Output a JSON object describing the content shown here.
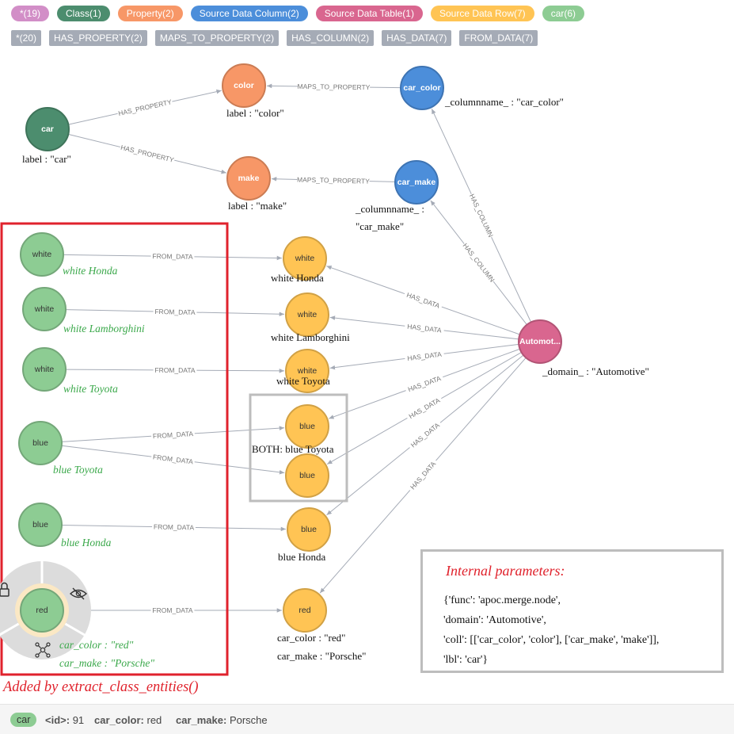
{
  "node_labels": [
    {
      "text": "*(19)",
      "color": "#d28ec7",
      "name": "label-all"
    },
    {
      "text": "Class(1)",
      "color": "#4c8d6e",
      "name": "label-class"
    },
    {
      "text": "Property(2)",
      "color": "#f79767",
      "name": "label-property"
    },
    {
      "text": "Source Data Column(2)",
      "color": "#4c8eda",
      "name": "label-source-data-column"
    },
    {
      "text": "Source Data Table(1)",
      "color": "#d9668f",
      "name": "label-source-data-table"
    },
    {
      "text": "Source Data Row(7)",
      "color": "#ffc454",
      "name": "label-source-data-row"
    },
    {
      "text": "car(6)",
      "color": "#8dcc93",
      "name": "label-car"
    }
  ],
  "relationship_types": [
    {
      "text": "*(20)",
      "name": "rel-all"
    },
    {
      "text": "HAS_PROPERTY(2)",
      "name": "rel-has-property"
    },
    {
      "text": "MAPS_TO_PROPERTY(2)",
      "name": "rel-maps-to-property"
    },
    {
      "text": "HAS_COLUMN(2)",
      "name": "rel-has-column"
    },
    {
      "text": "HAS_DATA(7)",
      "name": "rel-has-data"
    },
    {
      "text": "FROM_DATA(7)",
      "name": "rel-from-data"
    }
  ],
  "colors": {
    "class": "#4c8d6e",
    "property": "#f79767",
    "column": "#4c8eda",
    "table": "#d9668f",
    "row": "#ffc454",
    "car": "#8dcc93",
    "highlight_red": "#e0222c",
    "group_gray": "#bdbdbd",
    "edge": "#a5abb6"
  },
  "nodes": [
    {
      "id": "car",
      "text": "car",
      "type": "class"
    },
    {
      "id": "color",
      "text": "color",
      "type": "property"
    },
    {
      "id": "make",
      "text": "make",
      "type": "property"
    },
    {
      "id": "car_color",
      "text": "car_color",
      "type": "column"
    },
    {
      "id": "car_make",
      "text": "car_make",
      "type": "column"
    },
    {
      "id": "automotive",
      "text": "Automot...",
      "type": "table"
    },
    {
      "id": "row_white_honda",
      "text": "white",
      "type": "row"
    },
    {
      "id": "row_white_lambo",
      "text": "white",
      "type": "row"
    },
    {
      "id": "row_white_toyota",
      "text": "white",
      "type": "row"
    },
    {
      "id": "row_blue_1",
      "text": "blue",
      "type": "row"
    },
    {
      "id": "row_blue_2",
      "text": "blue",
      "type": "row"
    },
    {
      "id": "row_blue_honda",
      "text": "blue",
      "type": "row"
    },
    {
      "id": "row_red",
      "text": "red",
      "type": "row"
    },
    {
      "id": "car_white_honda",
      "text": "white",
      "type": "car"
    },
    {
      "id": "car_white_lambo",
      "text": "white",
      "type": "car"
    },
    {
      "id": "car_white_toyota",
      "text": "white",
      "type": "car"
    },
    {
      "id": "car_blue_toyota",
      "text": "blue",
      "type": "car"
    },
    {
      "id": "car_blue_honda",
      "text": "blue",
      "type": "car"
    },
    {
      "id": "car_red",
      "text": "red",
      "type": "car"
    }
  ],
  "captions": [
    {
      "node": "car",
      "lines": [
        "label : \"car\""
      ],
      "style": "dark"
    },
    {
      "node": "color",
      "lines": [
        "label : \"color\""
      ],
      "style": "dark"
    },
    {
      "node": "make",
      "lines": [
        "label : \"make\""
      ],
      "style": "dark"
    },
    {
      "node": "car_color",
      "lines": [
        "_columnname_ : \"car_color\""
      ],
      "style": "dark"
    },
    {
      "node": "car_make",
      "lines": [
        "_columnname_ :",
        "\"car_make\""
      ],
      "style": "dark"
    },
    {
      "node": "automotive",
      "lines": [
        "_domain_ : \"Automotive\""
      ],
      "style": "dark"
    },
    {
      "node": "row_white_honda",
      "lines": [
        "white Honda"
      ],
      "style": "dark"
    },
    {
      "node": "row_white_lambo",
      "lines": [
        "white Lamborghini"
      ],
      "style": "dark"
    },
    {
      "node": "row_white_toyota",
      "lines": [
        "white Toyota"
      ],
      "style": "dark"
    },
    {
      "node": "row_blue_1",
      "lines": [
        "BOTH: blue Toyota"
      ],
      "style": "dark"
    },
    {
      "node": "row_blue_honda",
      "lines": [
        "blue Honda"
      ],
      "style": "dark"
    },
    {
      "node": "row_red",
      "lines": [
        "car_color : \"red\"",
        "car_make : \"Porsche\""
      ],
      "style": "dark"
    },
    {
      "node": "car_white_honda",
      "lines": [
        "white Honda"
      ],
      "style": "green"
    },
    {
      "node": "car_white_lambo",
      "lines": [
        "white Lamborghini"
      ],
      "style": "green"
    },
    {
      "node": "car_white_toyota",
      "lines": [
        "white Toyota"
      ],
      "style": "green"
    },
    {
      "node": "car_blue_toyota",
      "lines": [
        "blue Toyota"
      ],
      "style": "green"
    },
    {
      "node": "car_blue_honda",
      "lines": [
        "blue Honda"
      ],
      "style": "green"
    },
    {
      "node": "car_red",
      "lines": [
        "car_color : \"red\"",
        "car_make : \"Porsche\""
      ],
      "style": "green"
    }
  ],
  "edges": [
    {
      "from": "car",
      "to": "color",
      "label": "HAS_PROPERTY"
    },
    {
      "from": "car",
      "to": "make",
      "label": "HAS_PROPERTY"
    },
    {
      "from": "car_color",
      "to": "color",
      "label": "MAPS_TO_PROPERTY"
    },
    {
      "from": "car_make",
      "to": "make",
      "label": "MAPS_TO_PROPERTY"
    },
    {
      "from": "automotive",
      "to": "car_color",
      "label": "HAS_COLUMN"
    },
    {
      "from": "automotive",
      "to": "car_make",
      "label": "HAS_COLUMN"
    },
    {
      "from": "automotive",
      "to": "row_white_honda",
      "label": "HAS_DATA"
    },
    {
      "from": "automotive",
      "to": "row_white_lambo",
      "label": "HAS_DATA"
    },
    {
      "from": "automotive",
      "to": "row_white_toyota",
      "label": "HAS_DATA"
    },
    {
      "from": "automotive",
      "to": "row_blue_1",
      "label": "HAS_DATA"
    },
    {
      "from": "automotive",
      "to": "row_blue_2",
      "label": "HAS_DATA"
    },
    {
      "from": "automotive",
      "to": "row_blue_honda",
      "label": "HAS_DATA"
    },
    {
      "from": "automotive",
      "to": "row_red",
      "label": "HAS_DATA"
    },
    {
      "from": "car_white_honda",
      "to": "row_white_honda",
      "label": "FROM_DATA"
    },
    {
      "from": "car_white_lambo",
      "to": "row_white_lambo",
      "label": "FROM_DATA"
    },
    {
      "from": "car_white_toyota",
      "to": "row_white_toyota",
      "label": "FROM_DATA"
    },
    {
      "from": "car_blue_toyota",
      "to": "row_blue_1",
      "label": "FROM_DATA"
    },
    {
      "from": "car_blue_toyota",
      "to": "row_blue_2",
      "label": "FROM_DATA"
    },
    {
      "from": "car_blue_honda",
      "to": "row_blue_honda",
      "label": "FROM_DATA"
    },
    {
      "from": "car_red",
      "to": "row_red",
      "label": "FROM_DATA"
    }
  ],
  "selected_node": "car_red",
  "context_menu_icons": [
    "lock-icon",
    "hide-icon",
    "expand-icon"
  ],
  "params": {
    "title": "Internal parameters:",
    "lines": [
      "{'func': 'apoc.merge.node',",
      "'domain': 'Automotive',",
      "'coll': [['car_color', 'color'], ['car_make', 'make']],",
      "'lbl': 'car'}"
    ]
  },
  "added_label": "Added by extract_class_entities()",
  "status": {
    "badge": "car",
    "id_key": "<id>:",
    "id_val": "91",
    "color_key": "car_color:",
    "color_val": "red",
    "make_key": "car_make:",
    "make_val": "Porsche"
  }
}
